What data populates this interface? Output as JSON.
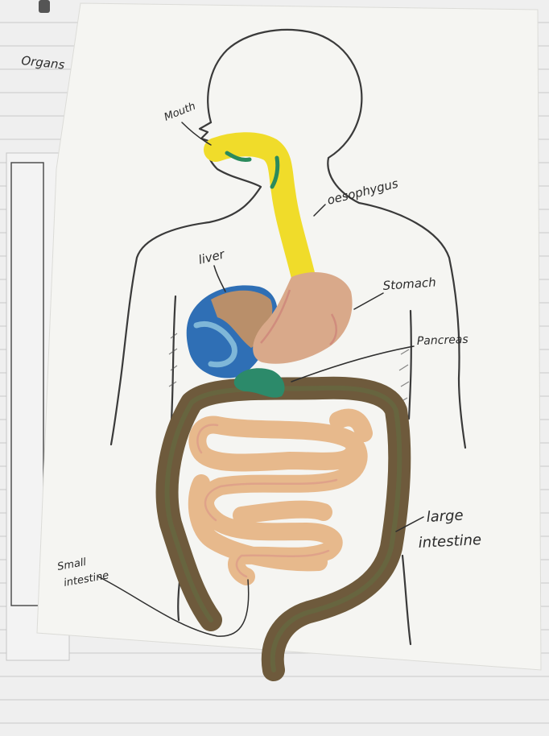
{
  "notebook": {
    "heading": "Organs"
  },
  "labels": {
    "mouth": "Mouth",
    "oesophagus": "oesophygus",
    "liver": "liver",
    "stomach": "Stomach",
    "pancreas": "Pancreas",
    "large_intestine_line1": "large",
    "large_intestine_line2": "intestine",
    "small_intestine_line1": "Small",
    "small_intestine_line2": "intestine"
  },
  "colors": {
    "paper": "#f4f4f1",
    "notebook": "#ececec",
    "notebook_lines": "#d3d3d3",
    "outline": "#3a3a3a",
    "oesophagus": "#f0dc2a",
    "oesophagus_accent": "#2a8a5c",
    "stomach": "#d9a98a",
    "liver_brown": "#b98f6a",
    "liver_blue": "#2f6fb5",
    "liver_light_blue": "#7fb7d8",
    "pancreas": "#2c8a6a",
    "small_intestine": "#e7b98c",
    "small_intestine_streak": "#d98f86",
    "large_intestine": "#6e5a3c"
  }
}
